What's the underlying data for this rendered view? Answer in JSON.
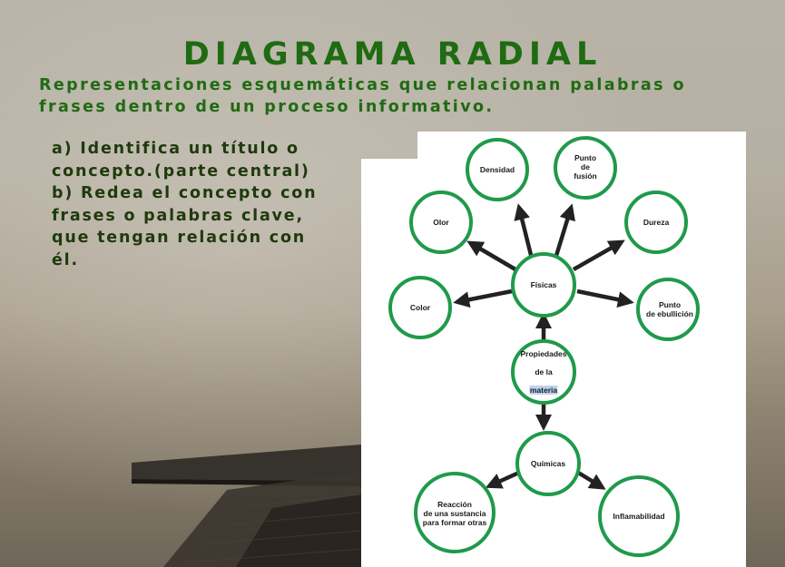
{
  "title": "DIAGRAMA RADIAL",
  "subtitle_lines": [
    "Representaciones esquemáticas que relacionan palabras o",
    "frases dentro de un proceso informativo."
  ],
  "instructions": [
    "a) Identifica un título o",
    "concepto.(parte central)",
    "b) Redea el concepto con",
    "frases o palabras clave,",
    "que tengan relación con",
    "él."
  ],
  "diagram": {
    "center": {
      "line1": "Propiedades",
      "line2": "de la",
      "line3": "materia"
    },
    "fisicas": "Físicas",
    "quimicas": "Químicas",
    "fisicas_children": {
      "densidad": "Densidad",
      "punto_fusion": "Punto\nde\nfusión",
      "olor": "Olor",
      "dureza": "Dureza",
      "color": "Color",
      "punto_ebullicion": "Punto\nde ebullición"
    },
    "quimicas_children": {
      "reaccion": "Reacción\nde una sustancia\npara formar otras",
      "inflamabilidad": "Inflamabilidad"
    },
    "colors": {
      "node_border": "#1f9a4a",
      "arrow": "#222222"
    }
  },
  "colors": {
    "title": "#1f6b12",
    "instructions": "#1f3a0c"
  }
}
